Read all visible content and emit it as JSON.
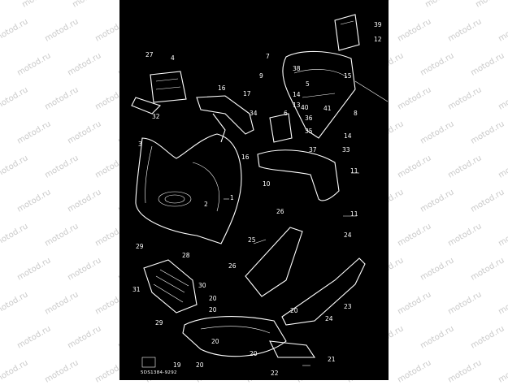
{
  "watermark": "motod.ru",
  "diagram": {
    "drawing_code": "5DS1384-9292",
    "callouts": [
      "1",
      "2",
      "3",
      "4",
      "5",
      "6",
      "7",
      "8",
      "9",
      "10",
      "11",
      "12",
      "13",
      "14",
      "15",
      "16",
      "17",
      "19",
      "20",
      "21",
      "22",
      "23",
      "24",
      "25",
      "26",
      "27",
      "28",
      "29",
      "30",
      "31",
      "32",
      "33",
      "34",
      "35",
      "36",
      "37",
      "38",
      "39",
      "40",
      "41"
    ]
  }
}
